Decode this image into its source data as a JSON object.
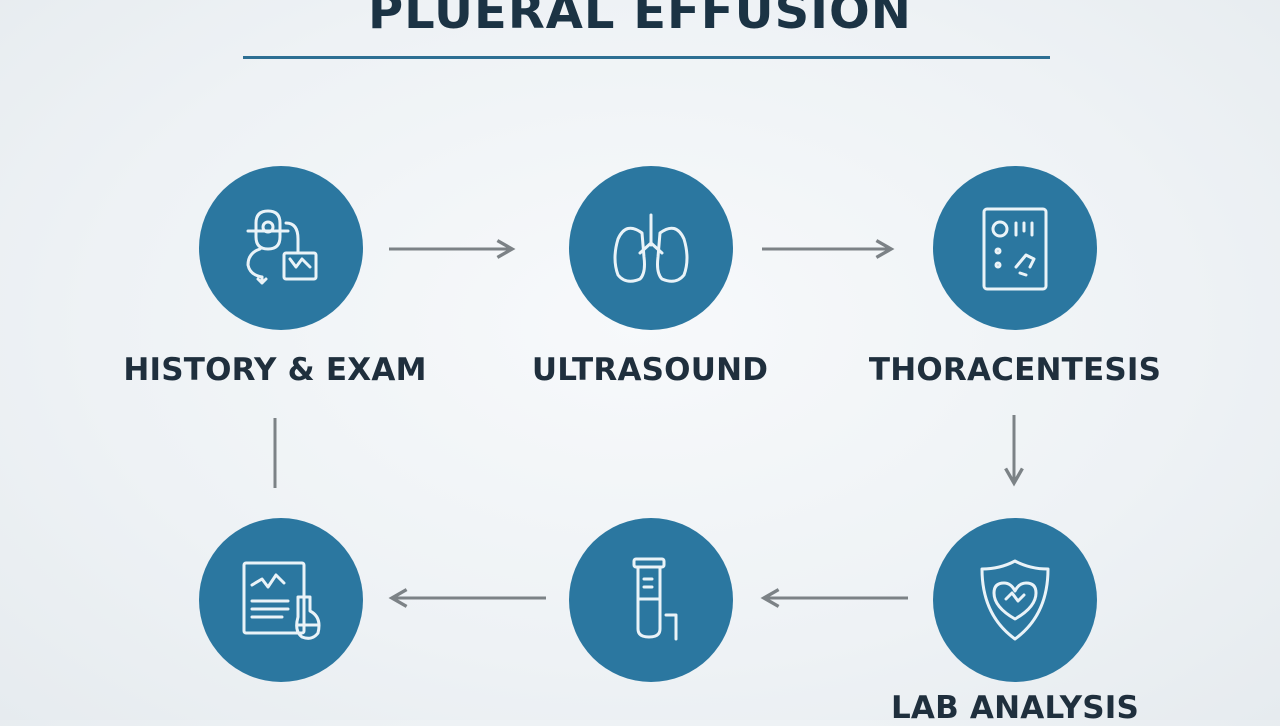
{
  "header": {
    "title": "PLUERAL EFFUSION"
  },
  "steps": [
    {
      "label": "HISTORY & EXAM",
      "icon": "stethoscope-clipboard-icon"
    },
    {
      "label": "ULTRASOUND",
      "icon": "lungs-icon"
    },
    {
      "label": "THORACENTESIS",
      "icon": "procedure-panel-icon"
    },
    {
      "label": "LAB ANALYSIS",
      "icon": "heart-shield-icon"
    },
    {
      "label": "",
      "icon": "test-tube-icon"
    },
    {
      "label": "",
      "icon": "report-flask-icon"
    }
  ],
  "colors": {
    "node": "#2b77a0",
    "rule": "#2d6f93",
    "arrow": "#7c8286",
    "text": "#1f2f3d"
  }
}
